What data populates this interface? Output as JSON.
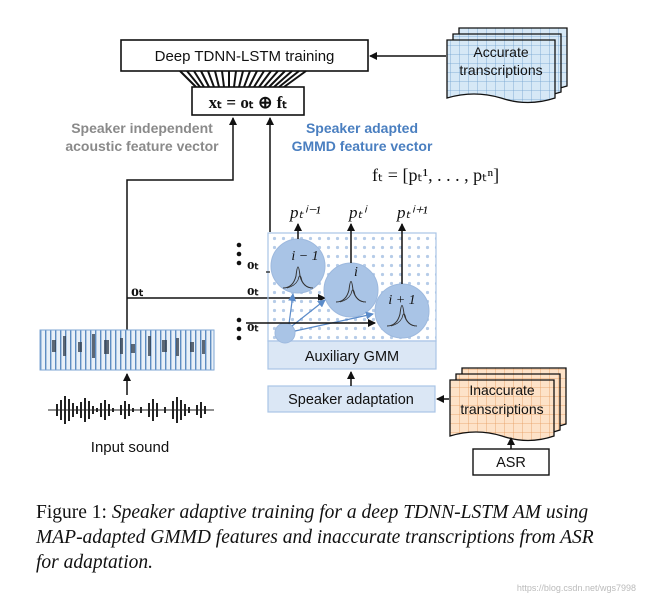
{
  "diagram": {
    "training_box": "Deep TDNN-LSTM training",
    "concat_formula": "xₜ = oₜ ⊕ fₜ",
    "accurate_doc": [
      "Accurate",
      "transcriptions"
    ],
    "si_label": [
      "Speaker independent",
      "acoustic  feature vector"
    ],
    "sa_label": [
      "Speaker adapted",
      "GMMD feature vector"
    ],
    "f_formula": "fₜ = [pₜ¹, . . . , pₜⁿ]",
    "p_labels": [
      "pₜⁱ⁻¹",
      "pₜⁱ",
      "pₜⁱ⁺¹"
    ],
    "gaussian_labels": [
      "i − 1",
      "i",
      "i + 1"
    ],
    "o_labels": [
      "oₜ",
      "oₜ",
      "oₜ"
    ],
    "o_main": "oₜ",
    "aux_gmm": "Auxiliary GMM",
    "speaker_adaptation": "Speaker adaptation",
    "inaccurate_doc": [
      "Inaccurate",
      "transcriptions"
    ],
    "asr": "ASR",
    "input_sound": "Input sound",
    "colors": {
      "gmmd_blue": "#4a7fc0",
      "gray_label": "#8a8a8a",
      "panel_blue": "#dbe7f5",
      "circle_blue": "#a9c4e6",
      "accurate_doc_fill": "#cfe3f4",
      "inaccurate_doc_fill": "#fbdcc0"
    }
  },
  "caption": {
    "lead": "Figure 1:",
    "text": "Speaker adaptive training for a deep TDNN-LSTM AM using MAP-adapted GMMD features and inaccurate transcriptions from ASR for adaptation."
  },
  "watermark": "https://blog.csdn.net/wgs7998"
}
